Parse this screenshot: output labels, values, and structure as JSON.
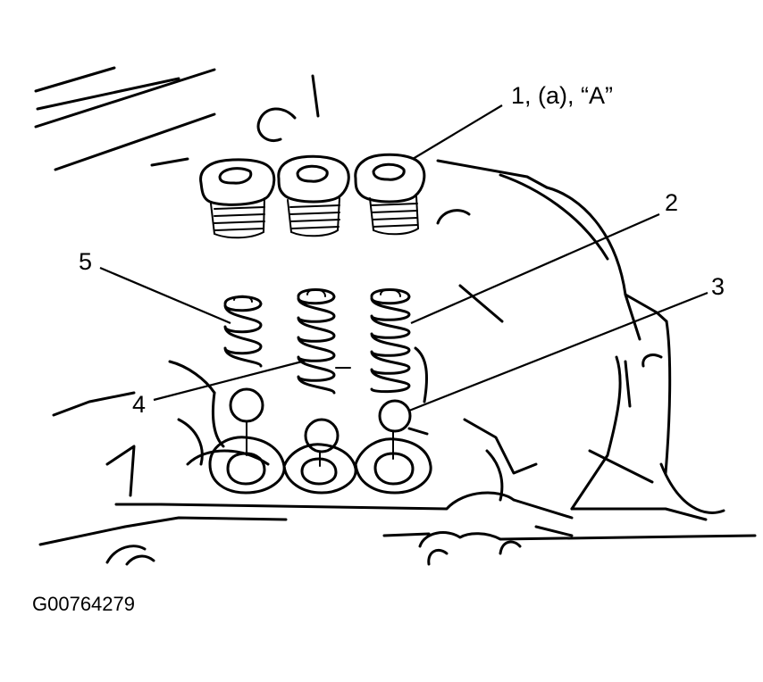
{
  "figure": {
    "figure_id": "G00764279",
    "callouts": [
      {
        "id": "c1",
        "text": "1, (a), “A”"
      },
      {
        "id": "c2",
        "text": "2"
      },
      {
        "id": "c3",
        "text": "3"
      },
      {
        "id": "c4",
        "text": "4"
      },
      {
        "id": "c5",
        "text": "5"
      }
    ]
  },
  "colors": {
    "ink": "#000000",
    "paper": "#ffffff"
  }
}
